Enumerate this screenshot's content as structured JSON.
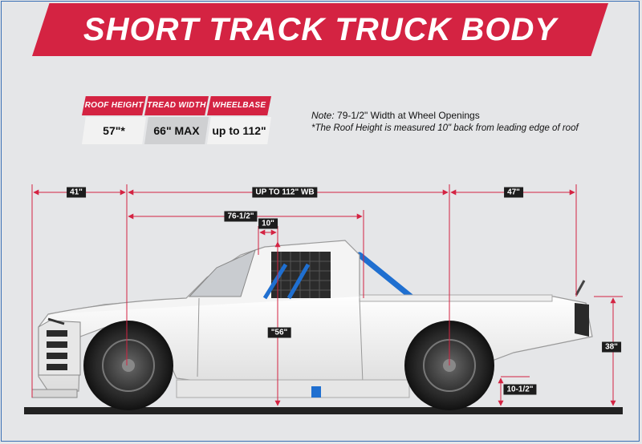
{
  "banner": {
    "title": "SHORT TRACK TRUCK BODY DIMENSIONS"
  },
  "specs": [
    {
      "header": "ROOF HEIGHT",
      "value": "57\"*"
    },
    {
      "header": "TREAD WIDTH",
      "value": "66\" MAX"
    },
    {
      "header": "WHEELBASE",
      "value": "up to 112\""
    }
  ],
  "notes": {
    "note_prefix": "Note:",
    "width_note": "79-1/2\" Width at Wheel Openings",
    "roof_note": "*The Roof Height is measured 10\" back from leading edge of roof"
  },
  "dimensions": {
    "front_overhang": "41\"",
    "wheelbase": "UP TO 112\" WB",
    "rear_overhang": "47\"",
    "roof_to_axle": "76-1/2\"",
    "roof_measure_point": "10\"",
    "roof_height": "\"56\"",
    "tail_height": "38\"",
    "ground_clearance": "10-1/2\""
  },
  "colors": {
    "accent": "#d42342",
    "roll_cage": "#1f6fd0",
    "body": "#ffffff",
    "ground": "#222222"
  }
}
